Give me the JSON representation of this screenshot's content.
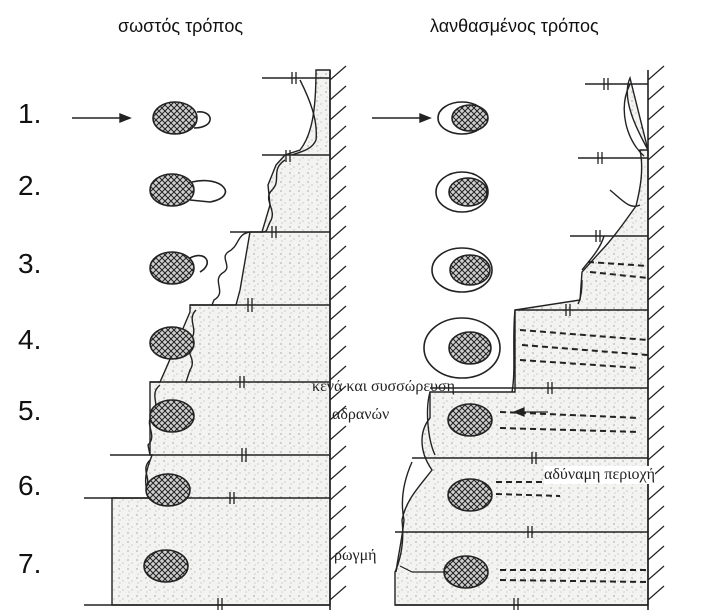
{
  "titles": {
    "correct": "σωστός τρόπος",
    "wrong": "λανθασμένος τρόπος"
  },
  "rows": [
    {
      "label": "1."
    },
    {
      "label": "2."
    },
    {
      "label": "3."
    },
    {
      "label": "4."
    },
    {
      "label": "5."
    },
    {
      "label": "6."
    },
    {
      "label": "7."
    }
  ],
  "annotations": {
    "accumulation_line1": "κενά και συσσώρευση",
    "accumulation_line2": "αδρανών",
    "weak_area": "αδύναμη περιοχή",
    "crack": "ρωγμή"
  },
  "colors": {
    "ink": "#1a1a1a",
    "concrete_fill": "#f1f1ef",
    "background": "#ffffff"
  }
}
